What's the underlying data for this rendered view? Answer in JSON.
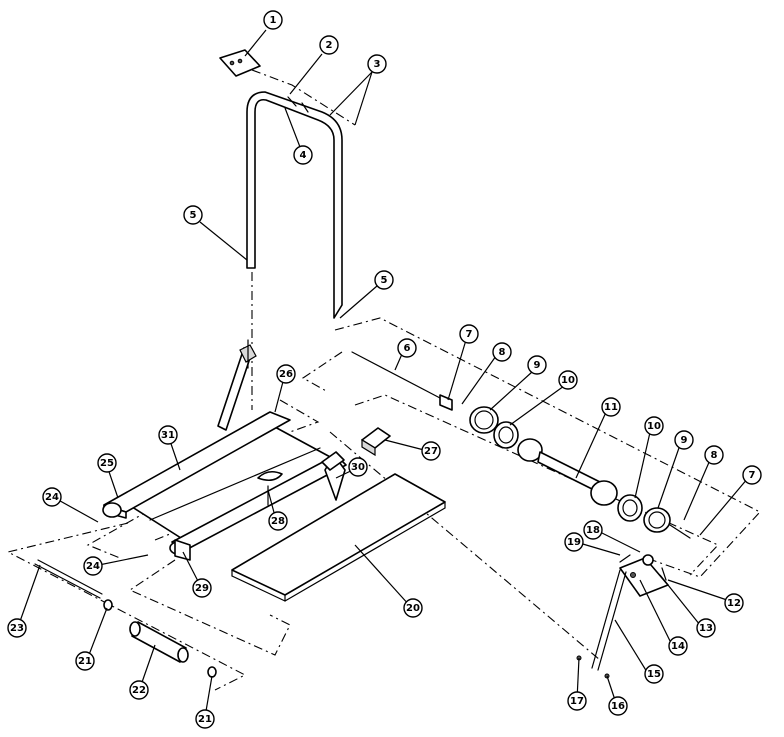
{
  "callouts": [
    "1",
    "2",
    "3",
    "4",
    "5",
    "5",
    "6",
    "7",
    "8",
    "9",
    "10",
    "11",
    "10",
    "9",
    "8",
    "7",
    "18",
    "19",
    "12",
    "13",
    "14",
    "15",
    "16",
    "17",
    "20",
    "21",
    "22",
    "21",
    "23",
    "24",
    "24",
    "25",
    "26",
    "27",
    "28",
    "29",
    "30",
    "31"
  ]
}
